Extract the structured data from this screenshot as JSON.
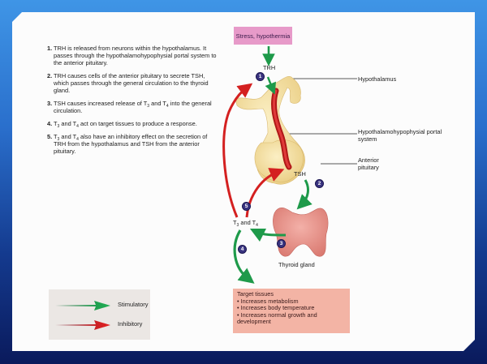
{
  "steps": [
    {
      "num": "1.",
      "text": "TRH is released from neurons within the hypothalamus. It passes through the hypothalamohypophysial portal system to the anterior pituitary."
    },
    {
      "num": "2.",
      "text": "TRH causes cells of the anterior pituitary to secrete TSH, which passes through the general circulation to the thyroid gland."
    },
    {
      "num": "3.",
      "parts": [
        "TSH causes increased release of T",
        "3",
        " and T",
        "4",
        " into the general circulation."
      ]
    },
    {
      "num": "4.",
      "parts": [
        "T",
        "3",
        " and T",
        "4",
        " act on target tissues to produce a response."
      ]
    },
    {
      "num": "5.",
      "parts": [
        "T",
        "3",
        " and T",
        "4",
        " also have an inhibitory effect on the secretion of TRH from the hypothalamus and TSH from the anterior pituitary."
      ]
    }
  ],
  "diagram": {
    "stimulus": "Stress, hypothermia",
    "trh_label": "TRH",
    "tsh_label": "TSH",
    "hormones_label": {
      "t": "T",
      "sub3": "3",
      "and": " and T",
      "sub4": "4"
    },
    "structure_labels": {
      "hypothalamus": "Hypothalamus",
      "portal_system": "Hypothalamohypophysial portal system",
      "anterior_pituitary": "Anterior pituitary",
      "thyroid": "Thyroid gland"
    },
    "badges": [
      "1",
      "2",
      "3",
      "4",
      "5"
    ],
    "target": {
      "title": "Target tissues",
      "effects": [
        "• Increases metabolism",
        "• Increases body temperature",
        "• Increases normal growth and development"
      ]
    }
  },
  "legend": {
    "items": [
      {
        "label": "Stimulatory",
        "color": "#1e9a4a"
      },
      {
        "label": "Inhibitory",
        "color": "#d42020"
      }
    ]
  },
  "colors": {
    "stimulatory": "#1e9a4a",
    "inhibitory": "#d42020",
    "stress_box": "#e79ac9",
    "target_box": "#f3b4a5",
    "tissue": "#f5dfa0",
    "thyroid": "#e79a94",
    "badge": "#3a3480"
  }
}
